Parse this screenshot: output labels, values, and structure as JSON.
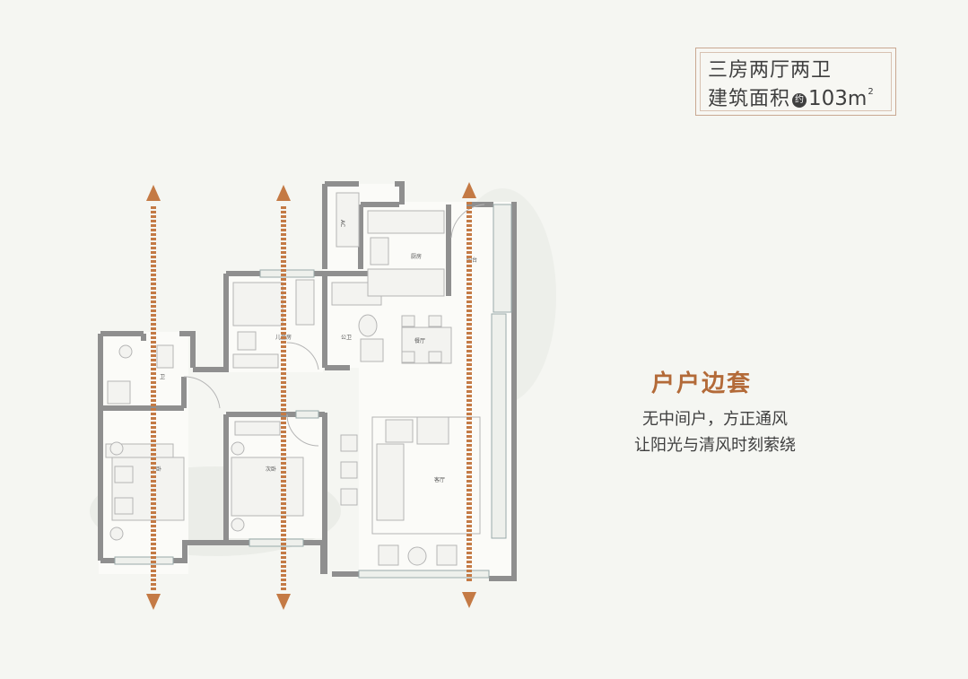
{
  "tag": {
    "layout": "三房两厅两卫",
    "area_label": "建筑面积",
    "approx_mark": "约",
    "area_value": "103",
    "area_unit": "m",
    "area_unit_sup": "2"
  },
  "feature": {
    "title": "户户边套",
    "line1": "无中间户，方正通风",
    "line2": "让阳光与清风时刻萦绕"
  },
  "rooms": {
    "ac": "AC",
    "kitchen": "厨房",
    "balcony": "阳台",
    "child_room": "儿童房",
    "public_bath": "公卫",
    "dining": "餐厅",
    "bath": "卫",
    "master": "主卧",
    "second": "次卧",
    "living": "客厅"
  },
  "colors": {
    "accent": "#b36a38",
    "arrow": "#bf7a4a",
    "wall": "#9a9a9a",
    "text": "#3f3f3f"
  }
}
